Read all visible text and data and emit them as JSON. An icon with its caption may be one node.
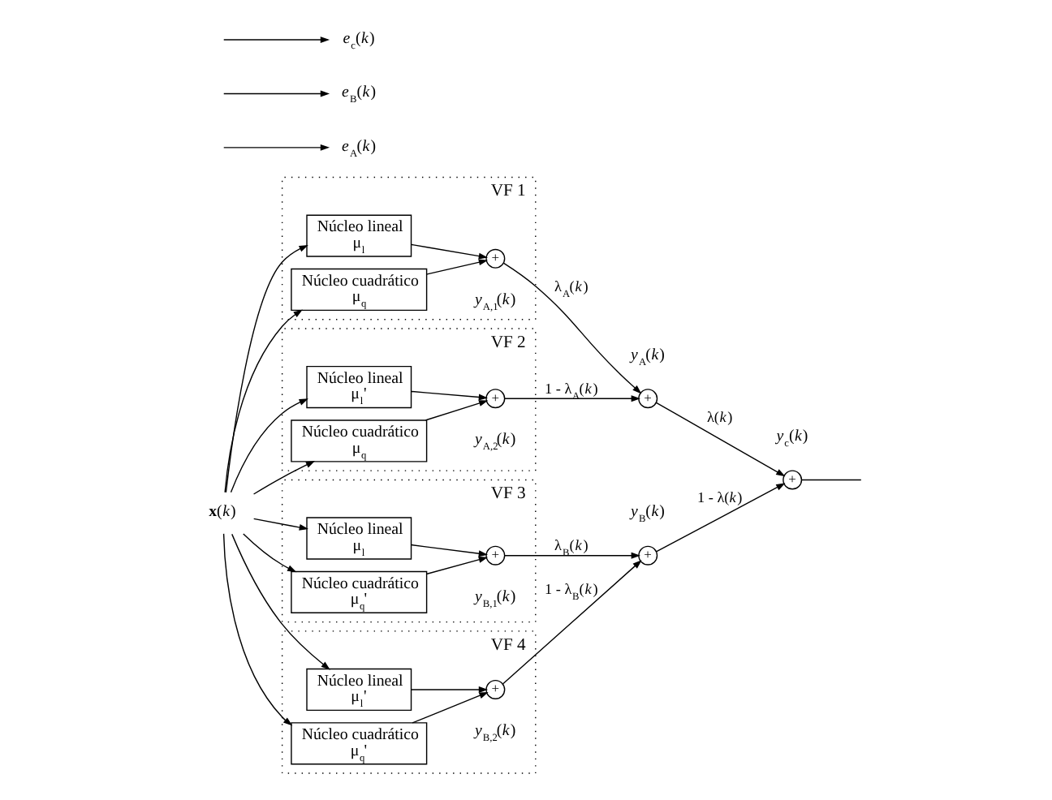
{
  "diagram": {
    "nodes": [
      {
        "text": [
          "**x**(*k*)"
        ]
      },
      {
        "text": [
          "VF 1"
        ]
      },
      {
        "text": [
          "Núcleo lineal",
          "μ$_{l}$"
        ],
        "in": 1
      },
      {
        "text": [
          "Núcleo cuadrático",
          "μ$_{q}$"
        ],
        "in": 1
      },
      {
        "text": [
          "+"
        ],
        "in": 1,
        "beside": [
          "*y*$_{A,1}$(*k*)"
        ]
      },
      {
        "text": [
          "VF 2"
        ]
      },
      {
        "text": [
          "Núcleo lineal",
          "μ$_{l}$'"
        ],
        "in": 5
      },
      {
        "text": [
          "Núcleo cuadrático",
          "μ$_{q}$"
        ],
        "in": 5
      },
      {
        "text": [
          "+"
        ],
        "in": 5,
        "beside": [
          "*y*$_{A,2}$(*k*)"
        ]
      },
      {
        "text": [
          "VF 3"
        ]
      },
      {
        "text": [
          "Núcleo lineal",
          "μ$_{l}$"
        ],
        "in": 9
      },
      {
        "text": [
          "Núcleo cuadrático",
          "μ$_{q}$'"
        ],
        "in": 9
      },
      {
        "text": [
          "+"
        ],
        "in": 9,
        "beside": [
          "*y*$_{B,1}$(*k*)"
        ]
      },
      {
        "text": [
          "VF 4"
        ]
      },
      {
        "text": [
          "Núcleo lineal",
          "μ$_{l}$'"
        ],
        "in": 13
      },
      {
        "text": [
          "Núcleo cuadrático",
          "μ$_{q}$'"
        ],
        "in": 13
      },
      {
        "text": [
          "+"
        ],
        "in": 13,
        "beside": [
          "*y*$_{B,2}$(*k*)"
        ]
      },
      {
        "text": [
          "+"
        ],
        "beside": [
          "*y*$_{A}$(*k*)"
        ]
      },
      {
        "text": [
          "+"
        ],
        "beside": [
          "*y*$_{B}$(*k*)"
        ]
      },
      {
        "text": [
          "+"
        ],
        "beside": [
          "*y*$_{c}$(*k*)"
        ]
      },
      {
        "text": [
          "*e*$_{A}$(*k*)"
        ]
      },
      {
        "text": [
          "*e*$_{B}$(*k*)"
        ]
      },
      {
        "text": [
          "*e*$_{c}$(*k*)"
        ]
      }
    ],
    "edges": [
      {
        "from": 0,
        "to": 2,
        "arrow": "to"
      },
      {
        "from": 0,
        "to": 3,
        "arrow": "to"
      },
      {
        "from": 0,
        "to": 6,
        "arrow": "to"
      },
      {
        "from": 0,
        "to": 7,
        "arrow": "to"
      },
      {
        "from": 0,
        "to": 10,
        "arrow": "to"
      },
      {
        "from": 0,
        "to": 11,
        "arrow": "to"
      },
      {
        "from": 0,
        "to": 14,
        "arrow": "to"
      },
      {
        "from": 0,
        "to": 15,
        "arrow": "to"
      },
      {
        "from": 2,
        "to": 4,
        "arrow": "to"
      },
      {
        "from": 3,
        "to": 4,
        "arrow": "to"
      },
      {
        "from": 6,
        "to": 8,
        "arrow": "to"
      },
      {
        "from": 7,
        "to": 8,
        "arrow": "to"
      },
      {
        "from": 10,
        "to": 12,
        "arrow": "to"
      },
      {
        "from": 11,
        "to": 12,
        "arrow": "to"
      },
      {
        "from": 14,
        "to": 16,
        "arrow": "to"
      },
      {
        "from": 15,
        "to": 16,
        "arrow": "to"
      },
      {
        "from": 4,
        "to": 17,
        "arrow": "to",
        "label": "λ$_{A}$(*k*)"
      },
      {
        "from": 8,
        "to": 17,
        "arrow": "to",
        "label": "1 - λ$_{A}$(*k*)"
      },
      {
        "from": 12,
        "to": 18,
        "arrow": "to",
        "label": "λ$_{B}$(*k*)"
      },
      {
        "from": 16,
        "to": 18,
        "arrow": "to",
        "label": "1 - λ$_{B}$(*k*)"
      },
      {
        "from": 17,
        "to": 19,
        "arrow": "to",
        "label": "λ(*k*)"
      },
      {
        "from": 18,
        "to": 19,
        "arrow": "to",
        "label": "1 - λ(*k*)"
      },
      {
        "from": 19,
        "to": null,
        "arrow": "none"
      },
      {
        "from": null,
        "to": 20,
        "arrow": "to"
      },
      {
        "from": null,
        "to": 21,
        "arrow": "to"
      },
      {
        "from": null,
        "to": 22,
        "arrow": "to"
      }
    ]
  }
}
